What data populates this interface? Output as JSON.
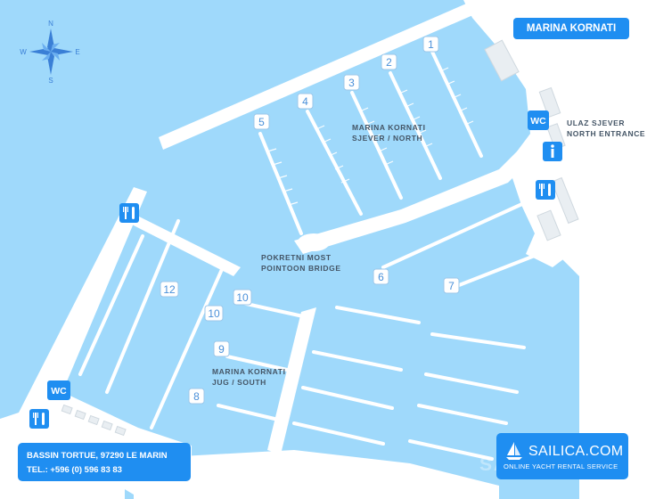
{
  "title": "MARINA KORNATI",
  "compass": {
    "n": "N",
    "s": "S",
    "e": "E",
    "w": "W"
  },
  "labels": {
    "north_marina": [
      "MARINA KORNATI",
      "SJEVER / NORTH"
    ],
    "entrance": [
      "ULAZ SJEVER",
      "NORTH ENTRANCE"
    ],
    "bridge": [
      "POKRETNI MOST",
      "POINTOON BRIDGE"
    ],
    "south_marina": [
      "MARINA KORNATI",
      "JUG / SOUTH"
    ]
  },
  "piers": [
    "1",
    "2",
    "3",
    "4",
    "5",
    "6",
    "7",
    "8",
    "9",
    "10",
    "10",
    "12"
  ],
  "facilities": {
    "wc": "WC"
  },
  "address": {
    "line1": "BASSIN TORTUE, 97290 LE MARIN",
    "line2": "TEL.: +596 (0) 596 83 83"
  },
  "brand": {
    "name": "SAILICA.COM",
    "tagline": "ONLINE YACHT RENTAL SERVICE",
    "watermark": "SAILICA"
  },
  "colors": {
    "water": "#9fd9fb",
    "land": "#ffffff",
    "accent": "#1f8ef1",
    "label": "#445566"
  }
}
